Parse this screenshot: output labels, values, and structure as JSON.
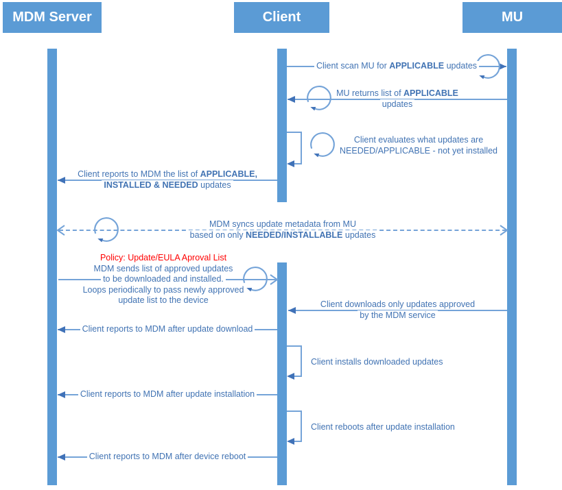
{
  "actors": [
    {
      "label": "MDM Server"
    },
    {
      "label": "Client"
    },
    {
      "label": "MU"
    }
  ],
  "colors": {
    "actor_fill": "#5B9BD5",
    "connector": "#74A3D8",
    "arrowhead": "#4072B8",
    "message_text": "#4173B3",
    "policy_text": "#FF0000"
  },
  "icons": {
    "loop": "circular-loop-arrow",
    "solid_arrowhead": "filled-triangle-arrowhead",
    "open_arrowhead": "chevron-arrowhead"
  },
  "messages": {
    "m1": {
      "lines": [
        {
          "pre": "Client scan MU for ",
          "bold": "APPLICABLE",
          "post": " updates"
        }
      ]
    },
    "m2": {
      "lines": [
        {
          "pre": "MU returns list of ",
          "bold": "APPLICABLE",
          "post": ""
        },
        {
          "pre": "updates",
          "bold": "",
          "post": ""
        }
      ]
    },
    "m3": {
      "lines": [
        {
          "pre": "Client evaluates what updates are",
          "bold": "",
          "post": ""
        },
        {
          "pre": "NEEDED/APPLICABLE - not yet installed",
          "bold": "",
          "post": ""
        }
      ]
    },
    "m4": {
      "lines": [
        {
          "pre": "Client reports to MDM the list of ",
          "bold": "APPLICABLE,",
          "post": ""
        },
        {
          "pre": "",
          "bold": "INSTALLED & NEEDED",
          "post": " updates"
        }
      ]
    },
    "m5": {
      "lines": [
        {
          "pre": "MDM syncs update metadata from MU",
          "bold": "",
          "post": ""
        },
        {
          "pre": "based on only ",
          "bold": "NEEDED/INSTALLABLE",
          "post": " updates"
        }
      ]
    },
    "m6": {
      "policy": "Policy: Update/EULA Aproval List",
      "lines": [
        {
          "pre": "MDM sends list of approved updates",
          "bold": "",
          "post": ""
        },
        {
          "pre": "to be downloaded and installed.",
          "bold": "",
          "post": ""
        },
        {
          "pre": "Loops periodically to pass newly approved",
          "bold": "",
          "post": ""
        },
        {
          "pre": "update list to the device",
          "bold": "",
          "post": ""
        }
      ]
    },
    "m7": {
      "lines": [
        {
          "pre": "Client downloads only updates approved",
          "bold": "",
          "post": ""
        },
        {
          "pre": "by the MDM service",
          "bold": "",
          "post": ""
        }
      ]
    },
    "m8": {
      "lines": [
        {
          "pre": "Client reports to MDM after update download",
          "bold": "",
          "post": ""
        }
      ]
    },
    "m9": {
      "lines": [
        {
          "pre": "Client installs downloaded updates",
          "bold": "",
          "post": ""
        }
      ]
    },
    "m10": {
      "lines": [
        {
          "pre": "Client reports to MDM after update installation",
          "bold": "",
          "post": ""
        }
      ]
    },
    "m11": {
      "lines": [
        {
          "pre": "Client reboots after update installation",
          "bold": "",
          "post": ""
        }
      ]
    },
    "m12": {
      "lines": [
        {
          "pre": "Client reports to MDM after device reboot",
          "bold": "",
          "post": ""
        }
      ]
    }
  }
}
